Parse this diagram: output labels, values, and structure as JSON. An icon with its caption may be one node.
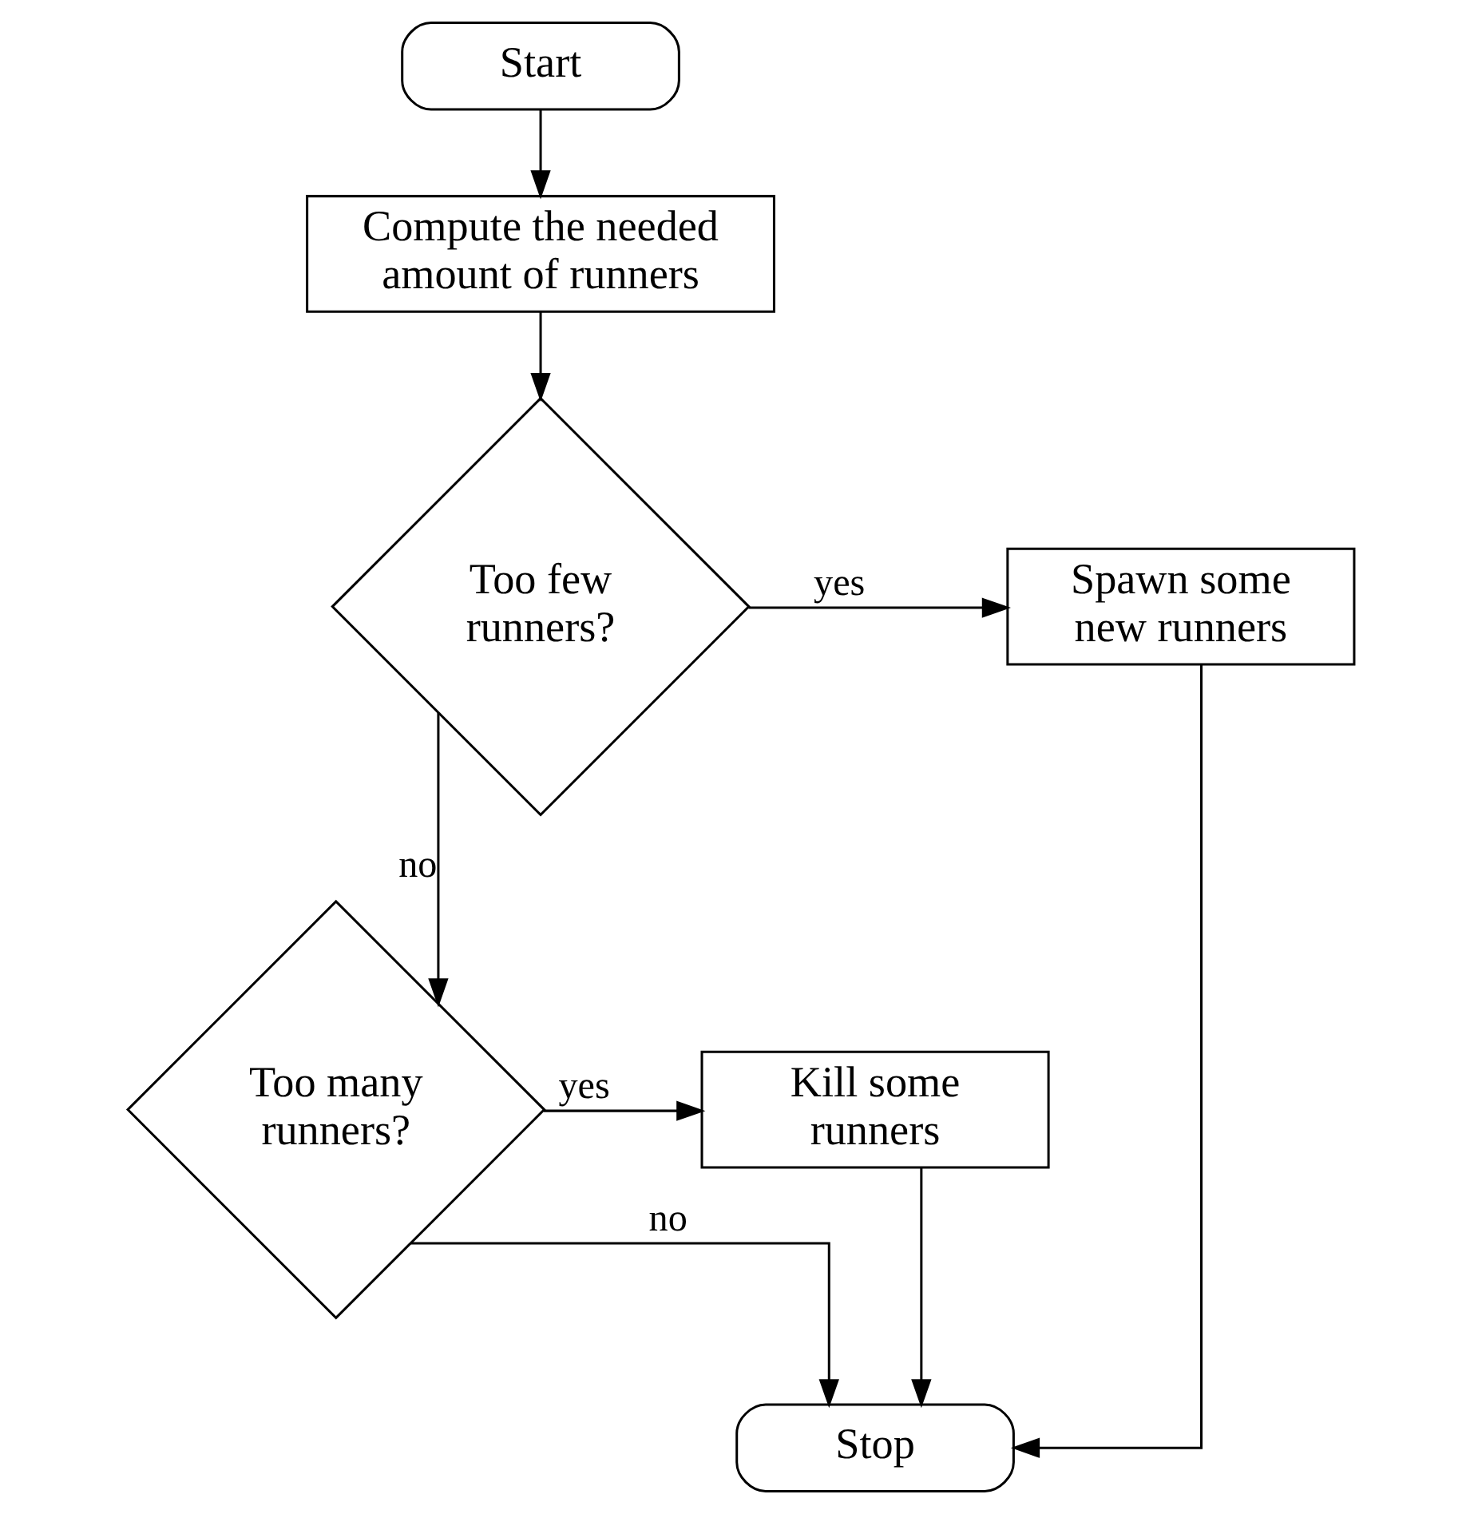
{
  "diagram": {
    "nodes": [
      {
        "text": [
          "Start"
        ]
      },
      {
        "text": [
          "Compute the needed amount of runners"
        ]
      },
      {
        "text": [
          "Too few runners?"
        ]
      },
      {
        "text": [
          "Spawn some new runners"
        ]
      },
      {
        "text": [
          "Too many runners?"
        ]
      },
      {
        "text": [
          "Kill some runners"
        ]
      },
      {
        "text": [
          "Stop"
        ]
      }
    ],
    "edges": [
      {
        "from": 0,
        "to": 1,
        "arrow": "to"
      },
      {
        "from": 1,
        "to": 2,
        "arrow": "to"
      },
      {
        "from": 2,
        "to": 3,
        "arrow": "to",
        "label": "yes"
      },
      {
        "from": 2,
        "to": 4,
        "arrow": "to",
        "label": "no"
      },
      {
        "from": 4,
        "to": 5,
        "arrow": "to",
        "label": "yes"
      },
      {
        "from": 4,
        "to": 6,
        "arrow": "to",
        "label": "no"
      },
      {
        "from": 5,
        "to": 6,
        "arrow": "to"
      },
      {
        "from": 3,
        "to": 6,
        "arrow": "to"
      }
    ]
  }
}
